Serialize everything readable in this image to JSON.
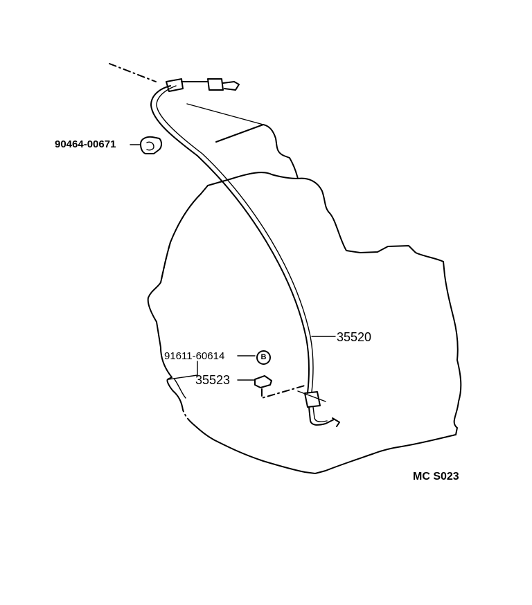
{
  "diagram": {
    "parts": [
      {
        "part_number": "90464-00671",
        "component": "clip"
      },
      {
        "part_number": "91611-60614",
        "component": "bolt"
      },
      {
        "part_number": "35523",
        "component": "bracket"
      },
      {
        "part_number": "35520",
        "component": "cable"
      }
    ],
    "bolt_marker": "B",
    "figure_code": "MC S023"
  }
}
